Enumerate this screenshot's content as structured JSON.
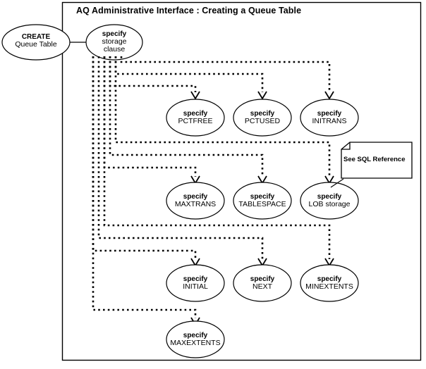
{
  "diagram": {
    "title": "AQ Administrative Interface : Creating a Queue Table",
    "type": "flowchart",
    "entry_node": {
      "line1": "CREATE",
      "line2": "Queue Table"
    },
    "hub_node": {
      "line1": "specify",
      "line2": "storage",
      "line3": "clause"
    },
    "note": {
      "text": "See SQL Reference",
      "attached_to": "specify LOB storage"
    },
    "nodes": [
      {
        "id": "pctfree",
        "line1": "specify",
        "line2": "PCTFREE",
        "row": 1,
        "col": 1
      },
      {
        "id": "pctused",
        "line1": "specify",
        "line2": "PCTUSED",
        "row": 1,
        "col": 2
      },
      {
        "id": "initrans",
        "line1": "specify",
        "line2": "INITRANS",
        "row": 1,
        "col": 3
      },
      {
        "id": "maxtrans",
        "line1": "specify",
        "line2": "MAXTRANS",
        "row": 2,
        "col": 1
      },
      {
        "id": "tablespace",
        "line1": "specify",
        "line2": "TABLESPACE",
        "row": 2,
        "col": 2
      },
      {
        "id": "lobstorage",
        "line1": "specify",
        "line2": "LOB storage",
        "row": 2,
        "col": 3
      },
      {
        "id": "initial",
        "line1": "specify",
        "line2": "INITIAL",
        "row": 3,
        "col": 1
      },
      {
        "id": "next",
        "line1": "specify",
        "line2": "NEXT",
        "row": 3,
        "col": 2
      },
      {
        "id": "minextents",
        "line1": "specify",
        "line2": "MINEXTENTS",
        "row": 3,
        "col": 3
      },
      {
        "id": "maxextents",
        "line1": "specify",
        "line2": "MAXEXTENTS",
        "row": 4,
        "col": 1
      }
    ],
    "colors": {
      "stroke": "#000000",
      "fill": "#ffffff",
      "background": "#ffffff"
    }
  }
}
